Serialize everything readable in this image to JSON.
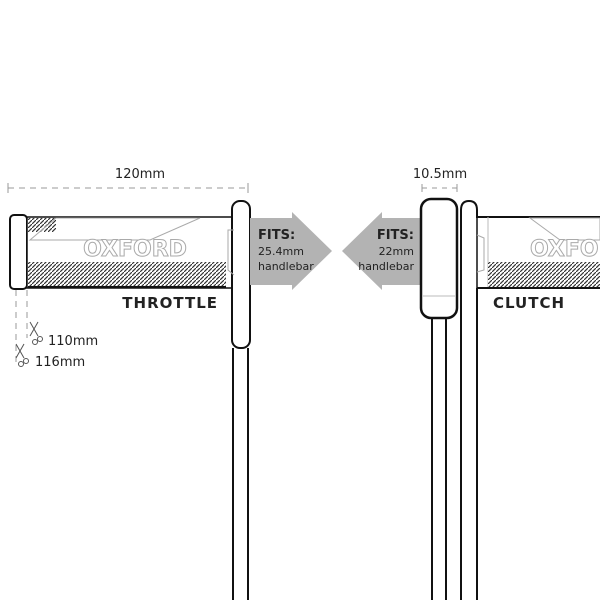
{
  "dimensions": {
    "length": "120mm",
    "cut_1": "110mm",
    "cut_2": "116mm",
    "flange": "10.5mm"
  },
  "throttle": {
    "label": "THROTTLE",
    "fits_title": "FITS:",
    "fits_size": "25.4mm",
    "fits_unit": "handlebar"
  },
  "clutch": {
    "label": "CLUTCH",
    "fits_title": "FITS:",
    "fits_size": "22mm",
    "fits_unit": "handlebar"
  },
  "brand": "OXFORD",
  "colors": {
    "arrow": "#b3b3b3",
    "line": "#111111",
    "dim": "#999999"
  }
}
